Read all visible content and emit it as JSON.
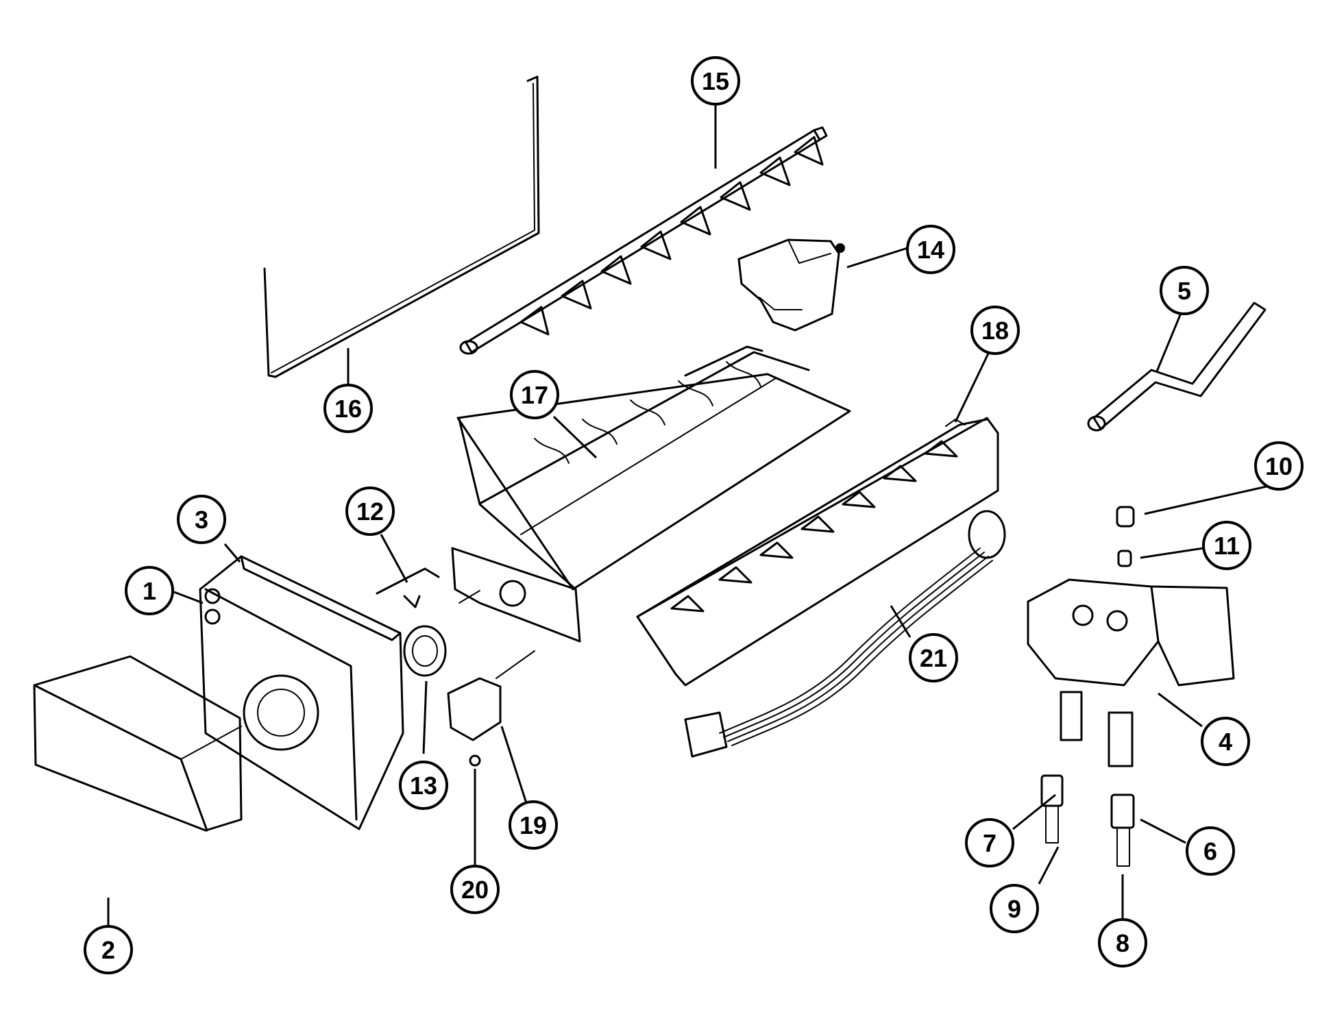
{
  "colors": {
    "ink": "#000000",
    "paper": "#ffffff"
  },
  "callouts": [
    {
      "id": "1",
      "label": "1"
    },
    {
      "id": "2",
      "label": "2"
    },
    {
      "id": "3",
      "label": "3"
    },
    {
      "id": "4",
      "label": "4"
    },
    {
      "id": "5",
      "label": "5"
    },
    {
      "id": "6",
      "label": "6"
    },
    {
      "id": "7",
      "label": "7"
    },
    {
      "id": "8",
      "label": "8"
    },
    {
      "id": "9",
      "label": "9"
    },
    {
      "id": "10",
      "label": "10"
    },
    {
      "id": "11",
      "label": "11"
    },
    {
      "id": "12",
      "label": "12"
    },
    {
      "id": "13",
      "label": "13"
    },
    {
      "id": "14",
      "label": "14"
    },
    {
      "id": "15",
      "label": "15"
    },
    {
      "id": "16",
      "label": "16"
    },
    {
      "id": "17",
      "label": "17"
    },
    {
      "id": "18",
      "label": "18"
    },
    {
      "id": "19",
      "label": "19"
    },
    {
      "id": "20",
      "label": "20"
    },
    {
      "id": "21",
      "label": "21"
    }
  ]
}
